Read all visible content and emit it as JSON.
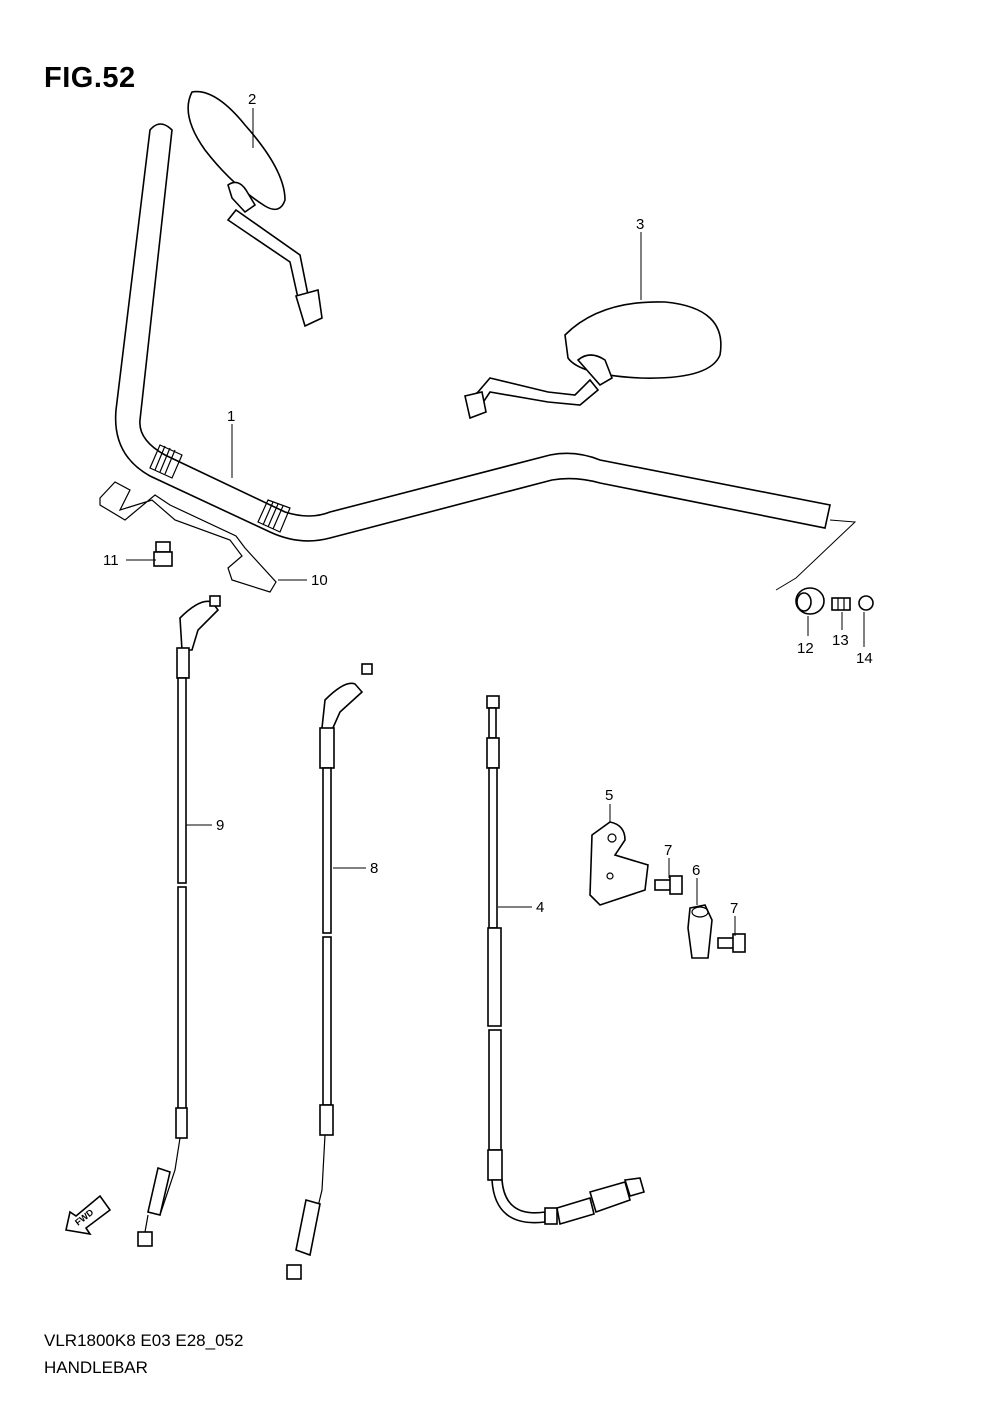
{
  "figure": {
    "title": "FIG.52",
    "model_code": "VLR1800K8 E03 E28_052",
    "section_name": "HANDLEBAR",
    "fwd_arrow_label": "FWD"
  },
  "callouts": [
    {
      "id": "c1",
      "label": "1"
    },
    {
      "id": "c2",
      "label": "2"
    },
    {
      "id": "c3",
      "label": "3"
    },
    {
      "id": "c4",
      "label": "4"
    },
    {
      "id": "c5",
      "label": "5"
    },
    {
      "id": "c6",
      "label": "6"
    },
    {
      "id": "c7a",
      "label": "7"
    },
    {
      "id": "c7b",
      "label": "7"
    },
    {
      "id": "c8",
      "label": "8"
    },
    {
      "id": "c9",
      "label": "9"
    },
    {
      "id": "c10",
      "label": "10"
    },
    {
      "id": "c11",
      "label": "11"
    },
    {
      "id": "c12",
      "label": "12"
    },
    {
      "id": "c13",
      "label": "13"
    },
    {
      "id": "c14",
      "label": "14"
    }
  ]
}
